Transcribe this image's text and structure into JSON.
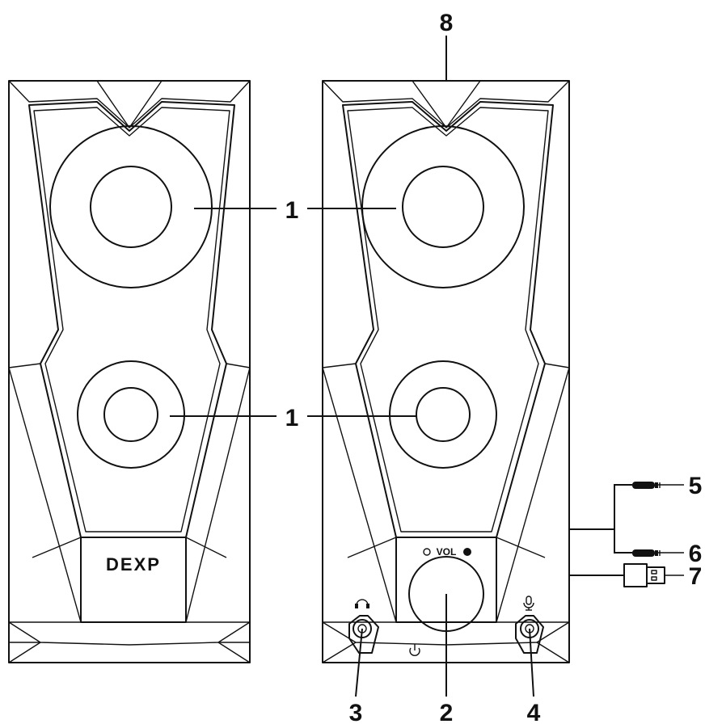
{
  "brand_logo": "DEXP",
  "volume_label": "VOL",
  "callouts": {
    "c1a": "1",
    "c1b": "1",
    "c2": "2",
    "c3": "3",
    "c4": "4",
    "c5": "5",
    "c6": "6",
    "c7": "7",
    "c8": "8"
  },
  "icons": {
    "headphone": "headphone-icon",
    "microphone": "microphone-icon",
    "power": "power-icon",
    "usb": "usb-plug-icon",
    "audio_jack": "audio-jack-plug-icon"
  },
  "colors": {
    "line": "#111111",
    "background": "#ffffff"
  }
}
